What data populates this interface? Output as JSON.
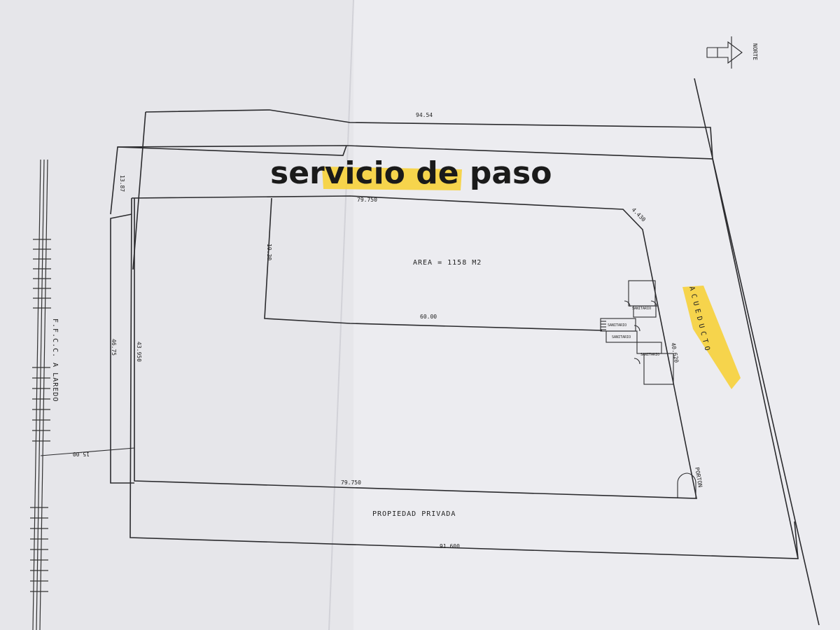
{
  "overlay_title": "servicio de paso",
  "highlight_color": "#f7d23a",
  "north_label": "NORTE",
  "railway_label": "F.F.C.C. A LAREDO",
  "area_label": "AREA = 1158 M2",
  "aqueduct_label": "ACUEDUCTO",
  "private_property_label": "PROPIEDAD PRIVADA",
  "gate_label": "PORTON",
  "restroom_label": "SANITARIO",
  "dimensions": {
    "top_outer": "94.54",
    "left_strip": "13.87",
    "top_inner": "79.750",
    "corner_cut": "4.430",
    "inner_left": "19.30",
    "inner_bottom": "60.00",
    "left_outer": "46.75",
    "left_inner": "43.950",
    "right_inner": "40.620",
    "rail_offset": "15.00",
    "bottom_inner": "79.750",
    "bottom_outer": "91.600"
  }
}
